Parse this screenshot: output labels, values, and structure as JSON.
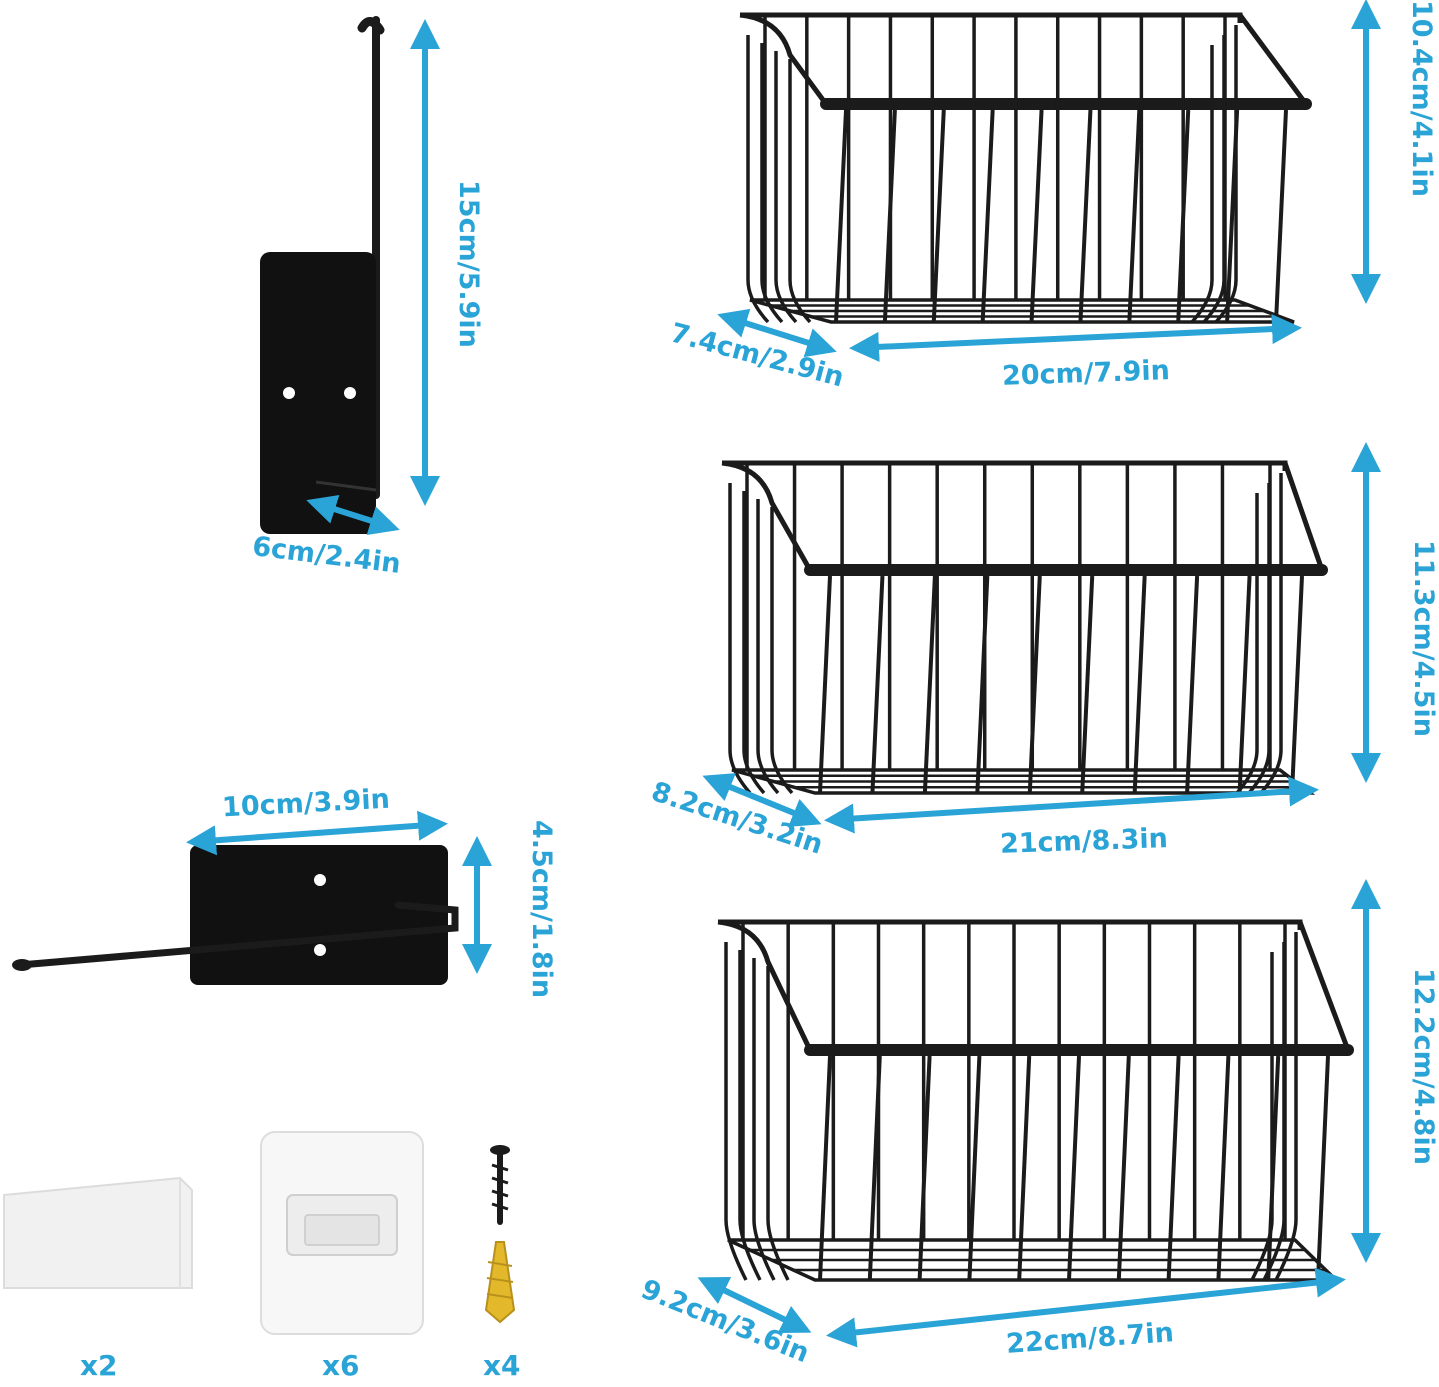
{
  "colors": {
    "accent": "#2aa3d6",
    "metal": "#1b1b1b",
    "adhesive": "#f3f3f3"
  },
  "hook_vertical": {
    "height_label": "15cm/5.9in",
    "depth_label": "6cm/2.4in"
  },
  "towel_bar": {
    "width_label": "10cm/3.9in",
    "height_label": "4.5cm/1.8in"
  },
  "basket_small": {
    "height_label": "10.4cm/4.1in",
    "depth_label": "7.4cm/2.9in",
    "width_label": "20cm/7.9in"
  },
  "basket_medium": {
    "height_label": "11.3cm/4.5in",
    "depth_label": "8.2cm/3.2in",
    "width_label": "21cm/8.3in"
  },
  "basket_large": {
    "height_label": "12.2cm/4.8in",
    "depth_label": "9.2cm/3.6in",
    "width_label": "22cm/8.7in"
  },
  "accessories": [
    {
      "name": "adhesive strip",
      "qty": "x2"
    },
    {
      "name": "adhesive hook plate",
      "qty": "x6"
    },
    {
      "name": "screws and anchors",
      "qty": "x4"
    }
  ]
}
